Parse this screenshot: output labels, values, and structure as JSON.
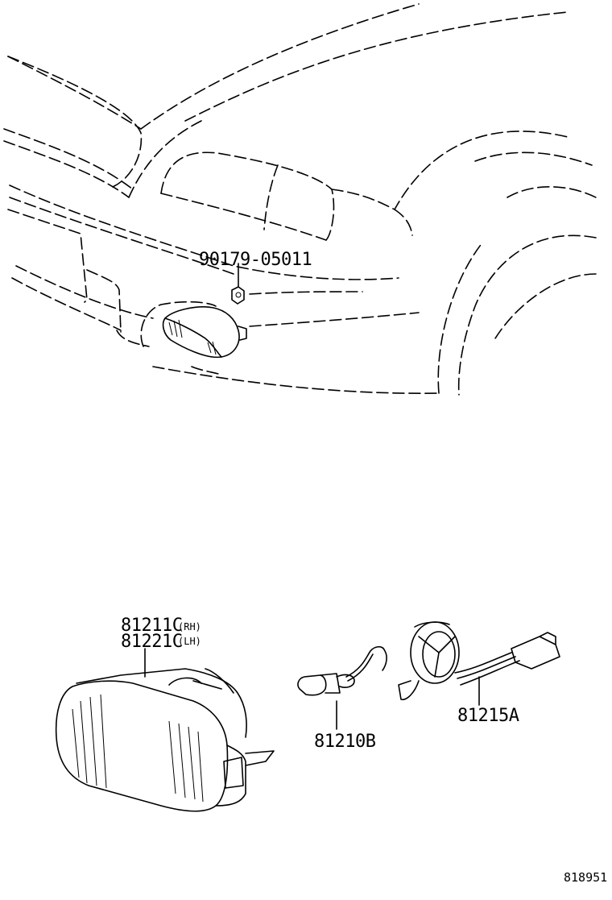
{
  "parts": {
    "nut": "90179-05011",
    "lens_rh": "81211C",
    "lens_rh_side": "(RH)",
    "lens_lh": "81221C",
    "lens_lh_side": "(LH)",
    "bulb": "81210B",
    "socket": "81215A"
  },
  "figure_code": "818951"
}
